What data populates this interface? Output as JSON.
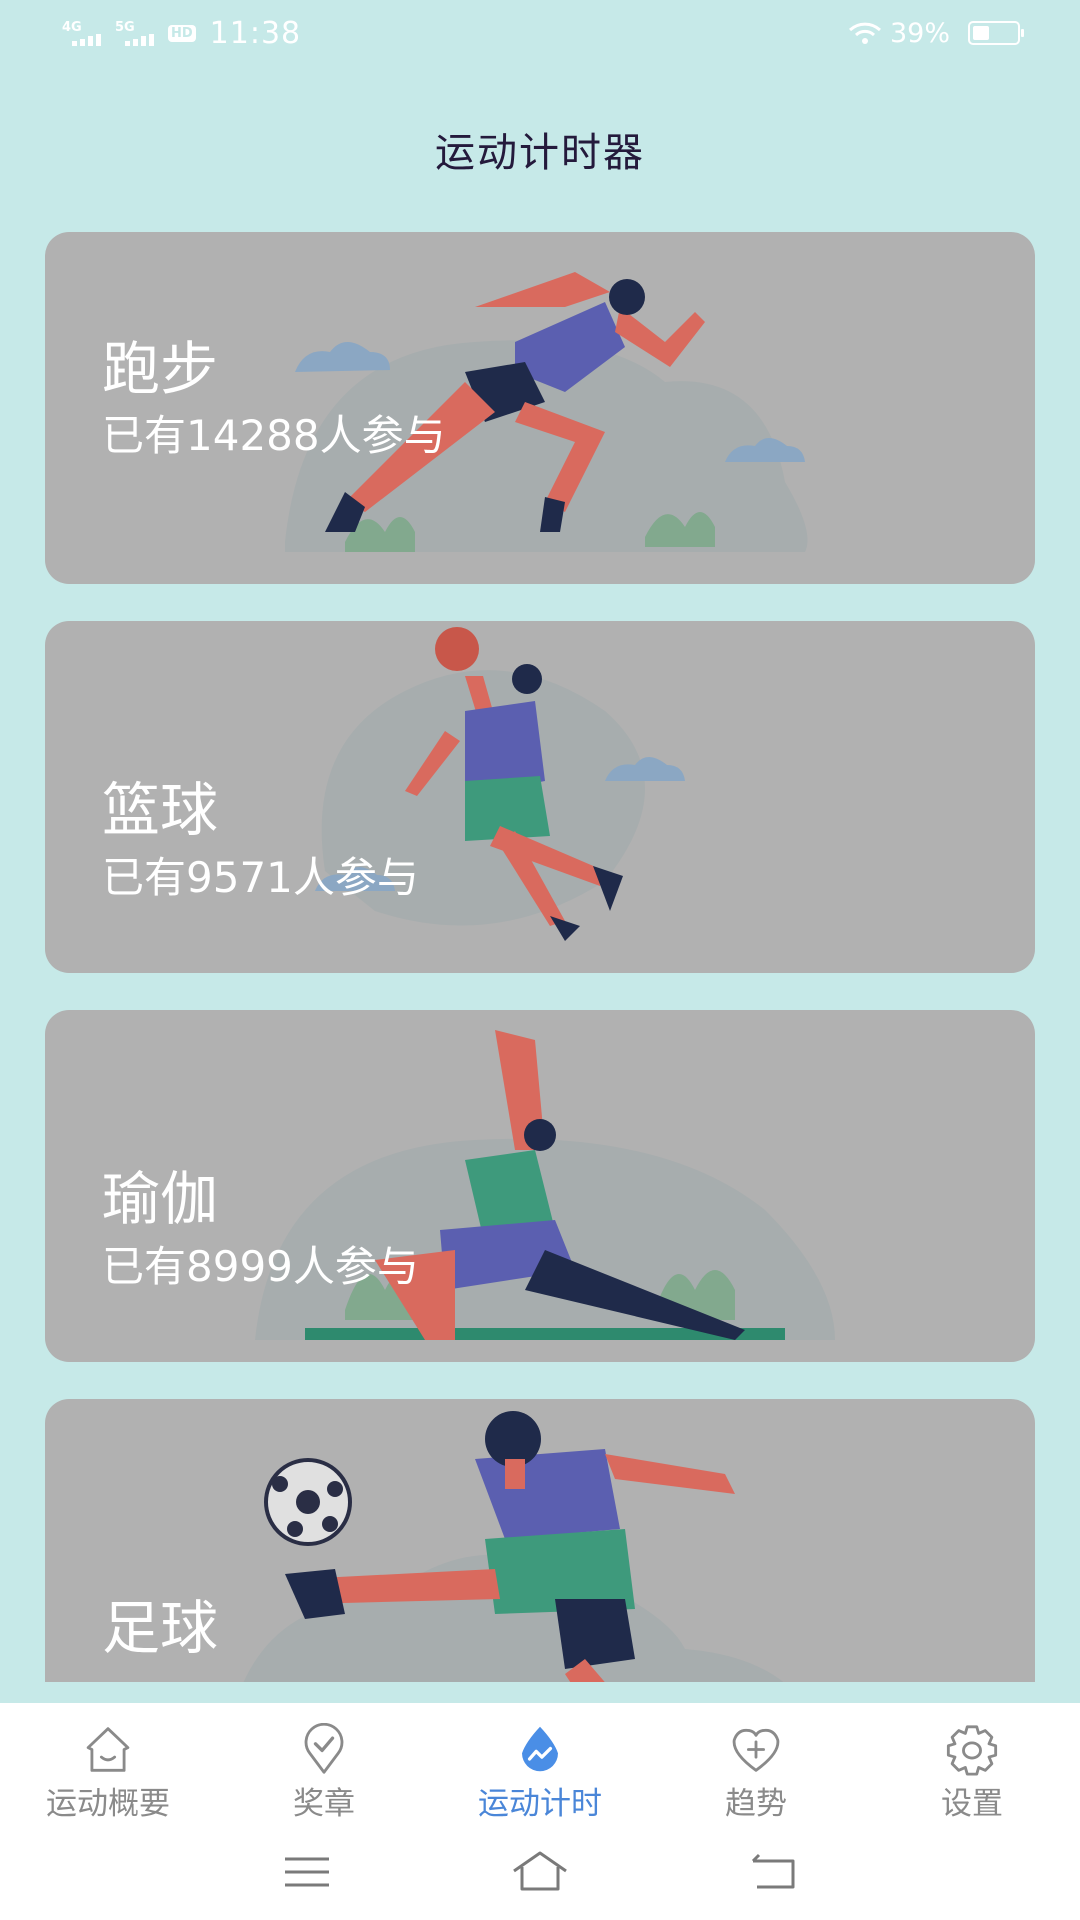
{
  "status_bar": {
    "network_1": "4G",
    "network_2": "5G",
    "hd_badge": "HD",
    "time": "11:38",
    "battery_percent": "39%"
  },
  "header": {
    "title": "运动计时器"
  },
  "sports": [
    {
      "name": "跑步",
      "participants": "已有14288人参与",
      "illustration": "runner"
    },
    {
      "name": "篮球",
      "participants": "已有9571人参与",
      "illustration": "basketball-player"
    },
    {
      "name": "瑜伽",
      "participants": "已有8999人参与",
      "illustration": "yoga-pose"
    },
    {
      "name": "足球",
      "participants": "",
      "illustration": "soccer-player"
    }
  ],
  "tab_bar": {
    "items": [
      {
        "label": "运动概要",
        "icon": "house-smile-icon",
        "active": false
      },
      {
        "label": "奖章",
        "icon": "medal-check-icon",
        "active": false
      },
      {
        "label": "运动计时",
        "icon": "droplet-wave-icon",
        "active": true
      },
      {
        "label": "趋势",
        "icon": "heart-plus-icon",
        "active": false
      },
      {
        "label": "设置",
        "icon": "gear-icon",
        "active": false
      }
    ]
  },
  "colors": {
    "background": "#c6e9e8",
    "card": "#b1b1b1",
    "title": "#241a3c",
    "active_tab": "#4a86d8",
    "inactive_tab": "#8a8a8a"
  }
}
